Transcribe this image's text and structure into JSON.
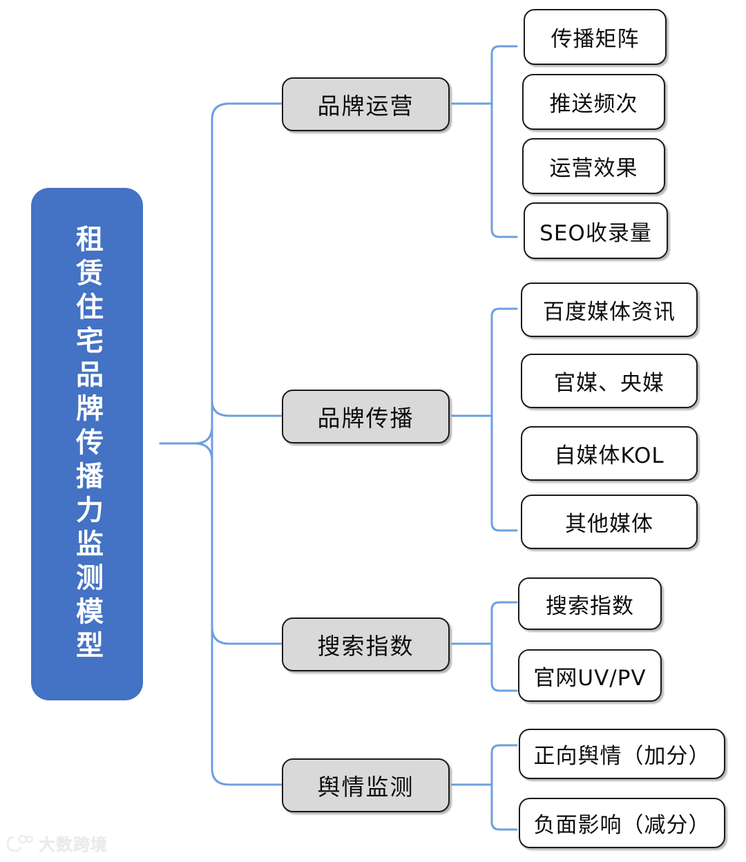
{
  "diagram": {
    "title": "租赁住宅品牌传播力监测模型",
    "root": {
      "label": "租赁住宅品牌传播力监测模型",
      "color": "#4472C4",
      "text_color": "#FFFFFF"
    },
    "branches": [
      {
        "label": "品牌运营",
        "color": "#D9D9D9",
        "children": [
          {
            "label": "传播矩阵"
          },
          {
            "label": "推送频次"
          },
          {
            "label": "运营效果"
          },
          {
            "label": "SEO收录量"
          }
        ]
      },
      {
        "label": "品牌传播",
        "color": "#D9D9D9",
        "children": [
          {
            "label": "百度媒体资讯"
          },
          {
            "label": "官媒、央媒"
          },
          {
            "label": "自媒体KOL"
          },
          {
            "label": "其他媒体"
          }
        ]
      },
      {
        "label": "搜索指数",
        "color": "#D9D9D9",
        "children": [
          {
            "label": "搜索指数"
          },
          {
            "label": "官网UV/PV"
          }
        ]
      },
      {
        "label": "舆情监测",
        "color": "#D9D9D9",
        "children": [
          {
            "label": "正向舆情（加分）"
          },
          {
            "label": "负面影响（减分）"
          }
        ]
      }
    ],
    "connector_color": "#6C9FE0",
    "node_border_color": "#1A1A1A"
  },
  "watermark": {
    "text": "大数跨境",
    "logo": "logo-mark-icon"
  }
}
